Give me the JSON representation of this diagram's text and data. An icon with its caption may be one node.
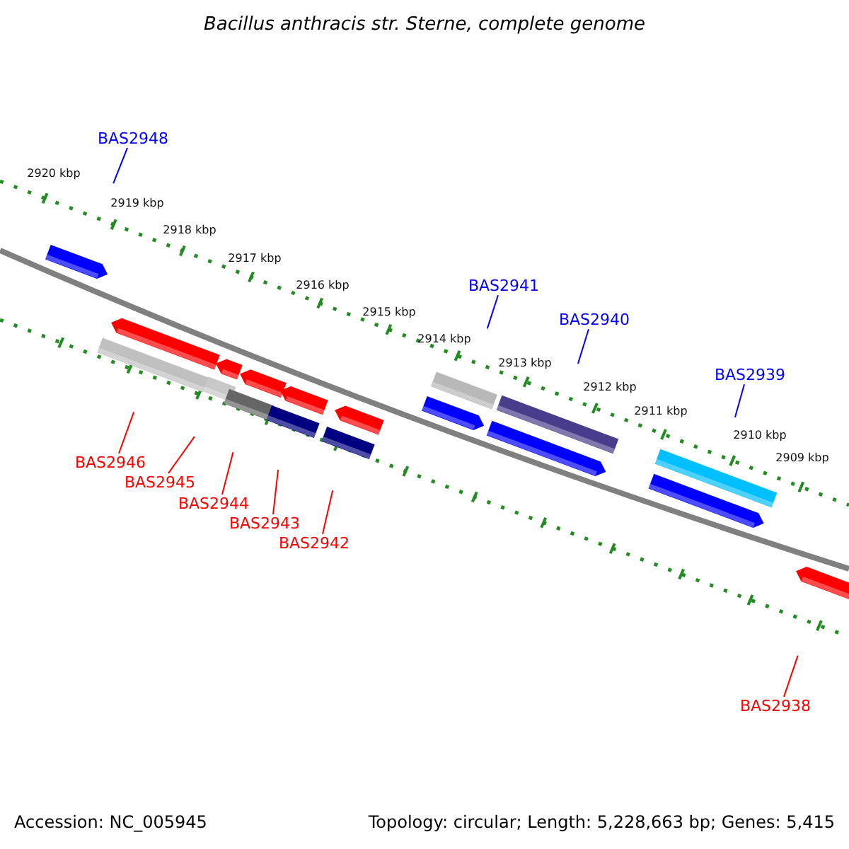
{
  "diagram": {
    "title": "Bacillus anthracis str. Sterne, complete genome",
    "nodes": [
      {
        "text": [
          "BAS2948"
        ]
      },
      {
        "text": [
          "BAS2941"
        ]
      },
      {
        "text": [
          "BAS2940"
        ]
      },
      {
        "text": [
          "BAS2939"
        ]
      },
      {
        "text": [
          "BAS2946"
        ]
      },
      {
        "text": [
          "BAS2945"
        ]
      },
      {
        "text": [
          "BAS2944"
        ]
      },
      {
        "text": [
          "BAS2943"
        ]
      },
      {
        "text": [
          "BAS2942"
        ]
      },
      {
        "text": [
          "BAS2938"
        ]
      }
    ],
    "edges": [
      {
        "from": 0,
        "to": null,
        "arrow": "none",
        "color": "#0000ff"
      },
      {
        "from": 1,
        "to": null,
        "arrow": "none",
        "color": "#0000ff"
      },
      {
        "from": 2,
        "to": null,
        "arrow": "none",
        "color": "#0000ff"
      },
      {
        "from": 3,
        "to": null,
        "arrow": "none",
        "color": "#0000ff"
      },
      {
        "from": 4,
        "to": null,
        "arrow": "none"
      },
      {
        "from": 5,
        "to": null,
        "arrow": "none"
      },
      {
        "from": 6,
        "to": null,
        "arrow": "none"
      },
      {
        "from": 7,
        "to": null,
        "arrow": "none"
      },
      {
        "from": 8,
        "to": null,
        "arrow": "none"
      },
      {
        "from": 9,
        "to": null,
        "arrow": "none"
      }
    ],
    "labels": [
      "2920 kbp",
      "2919 kbp",
      "2918 kbp",
      "2917 kbp",
      "2916 kbp",
      "2915 kbp",
      "2914 kbp",
      "2913 kbp",
      "2912 kbp",
      "2911 kbp",
      "2910 kbp",
      "2909 kbp",
      "Accession: NC_005945",
      "Topology: circular; Length: 5,228,663 bp; Genes: 5,415"
    ]
  }
}
